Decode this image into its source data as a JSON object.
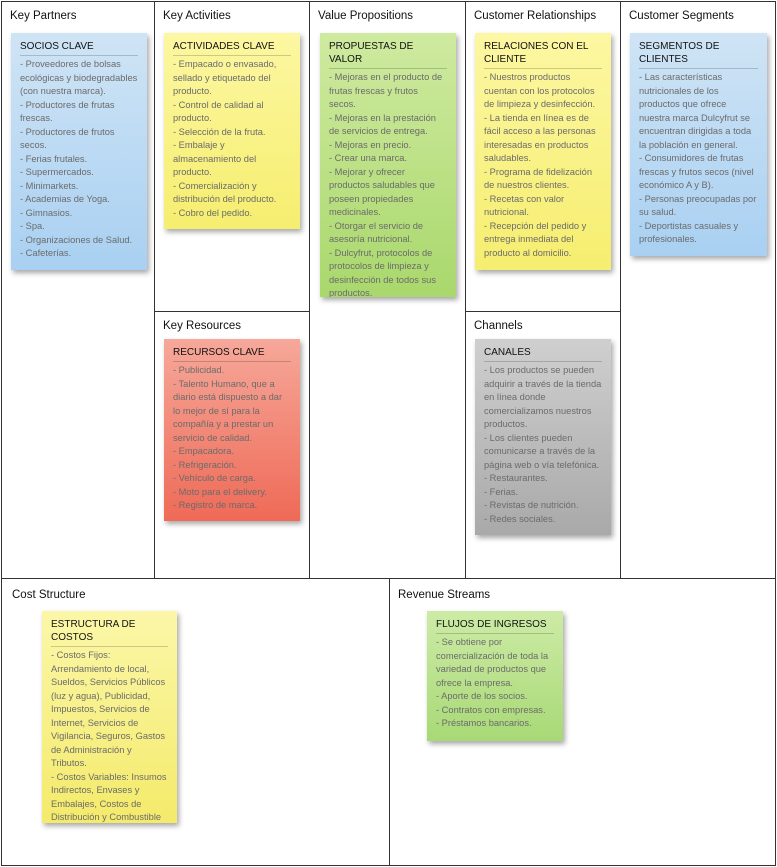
{
  "blocks": {
    "key_partners": {
      "title": "Key Partners",
      "note_title": "SOCIOS CLAVE",
      "items": [
        "- Proveedores  de bolsas ecológicas y biodegradables (con nuestra marca).",
        "- Productores de frutas frescas.",
        "- Productores de frutos secos.",
        "- Ferias frutales.",
        "- Supermercados.",
        "- Minimarkets.",
        "- Academias de Yoga.",
        "- Gimnasios.",
        "- Spa.",
        "- Organizaciones de Salud.",
        "- Cafeterías."
      ],
      "color": "#a9d0f2"
    },
    "key_activities": {
      "title": "Key Activities",
      "note_title": "ACTIVIDADES CLAVE",
      "items": [
        "- Empacado o envasado, sellado y etiquetado del producto.",
        "- Control de calidad al producto.",
        "- Selección de la fruta.",
        "- Embalaje y almacenamiento del producto.",
        "- Comercialización y distribución del producto.",
        "- Cobro del pedido."
      ],
      "color": "#f6ee6f"
    },
    "value_propositions": {
      "title": "Value Propositions",
      "note_title": "PROPUESTAS DE VALOR",
      "items": [
        "- Mejoras en el producto de frutas frescas y frutos secos.",
        "- Mejoras en la prestación de servicios de entrega.",
        "- Mejoras en precio.",
        "- Crear una marca.",
        "- Mejorar y ofrecer productos saludables que poseen propiedades medicinales.",
        "- Otorgar el servicio de asesoría nutricional.",
        "- Dulcyfrut, protocolos de protocolos de limpieza y desinfección de todos sus productos."
      ],
      "color": "#a9d86c"
    },
    "customer_relationships": {
      "title": "Customer Relationships",
      "note_title": "RELACIONES CON EL CLIENTE",
      "items": [
        "- Nuestros productos cuentan con los protocolos de limpieza y desinfección.",
        "- La tienda en línea es de fácil acceso a las personas interesadas en productos saludables.",
        "- Programa de fidelización de nuestros clientes.",
        "- Recetas con valor nutricional.",
        "- Recepción del pedido y entrega inmediata del producto al domicilio."
      ],
      "color": "#f6ee6f"
    },
    "customer_segments": {
      "title": "Customer Segments",
      "note_title": "SEGMENTOS DE CLIENTES",
      "items": [
        "- Las características nutricionales de los productos que ofrece nuestra marca Dulcyfrut se encuentran dirigidas a toda la población en general.",
        "- Consumidores de frutas frescas y frutos secos (nivel económico A y B).",
        "- Personas preocupadas por su salud.",
        "- Deportistas casuales y profesionales."
      ],
      "color": "#a9d0f2"
    },
    "key_resources": {
      "title": "Key Resources",
      "note_title": "RECURSOS CLAVE",
      "items": [
        "- Publicidad.",
        "- Talento Humano, que a diario está dispuesto a dar lo mejor de sí para la compañía y a prestar un servicio de calidad.",
        "- Empacadora.",
        "- Refrigeración.",
        "- Vehículo de carga.",
        "- Moto para el delivery.",
        "- Registro de marca."
      ],
      "color": "#ef6a57"
    },
    "channels": {
      "title": "Channels",
      "note_title": "CANALES",
      "items": [
        "- Los productos se pueden adquirir a través de la tienda en línea donde comercializamos nuestros productos.",
        "- Los clientes pueden comunicarse a través de la página web o vía telefónica.",
        "- Restaurantes.",
        "- Ferias.",
        "- Revistas de nutrición.",
        "- Redes sociales."
      ],
      "color": "#a9a9a9"
    },
    "cost_structure": {
      "title": "Cost Structure",
      "note_title": "ESTRUCTURA DE COSTOS",
      "items": [
        "- Costos Fijos: Arrendamiento de local, Sueldos, Servicios Públicos (luz y agua), Publicidad, Impuestos, Servicios de Internet, Servicios de Vigilancia, Seguros, Gastos de Administración y Tributos.",
        "- Costos Variables: Insumos Indirectos, Envases y Embalajes, Costos de Distribución y Combustible"
      ],
      "color": "#f4ea6b"
    },
    "revenue_streams": {
      "title": "Revenue Streams",
      "note_title": "FLUJOS DE INGRESOS",
      "items": [
        "- Se obtiene por comercialización de toda la variedad de productos que ofrece la empresa.",
        "- Aporte de los socios.",
        "- Contratos con empresas.",
        "- Préstamos bancarios."
      ],
      "color": "#a8d976"
    }
  }
}
